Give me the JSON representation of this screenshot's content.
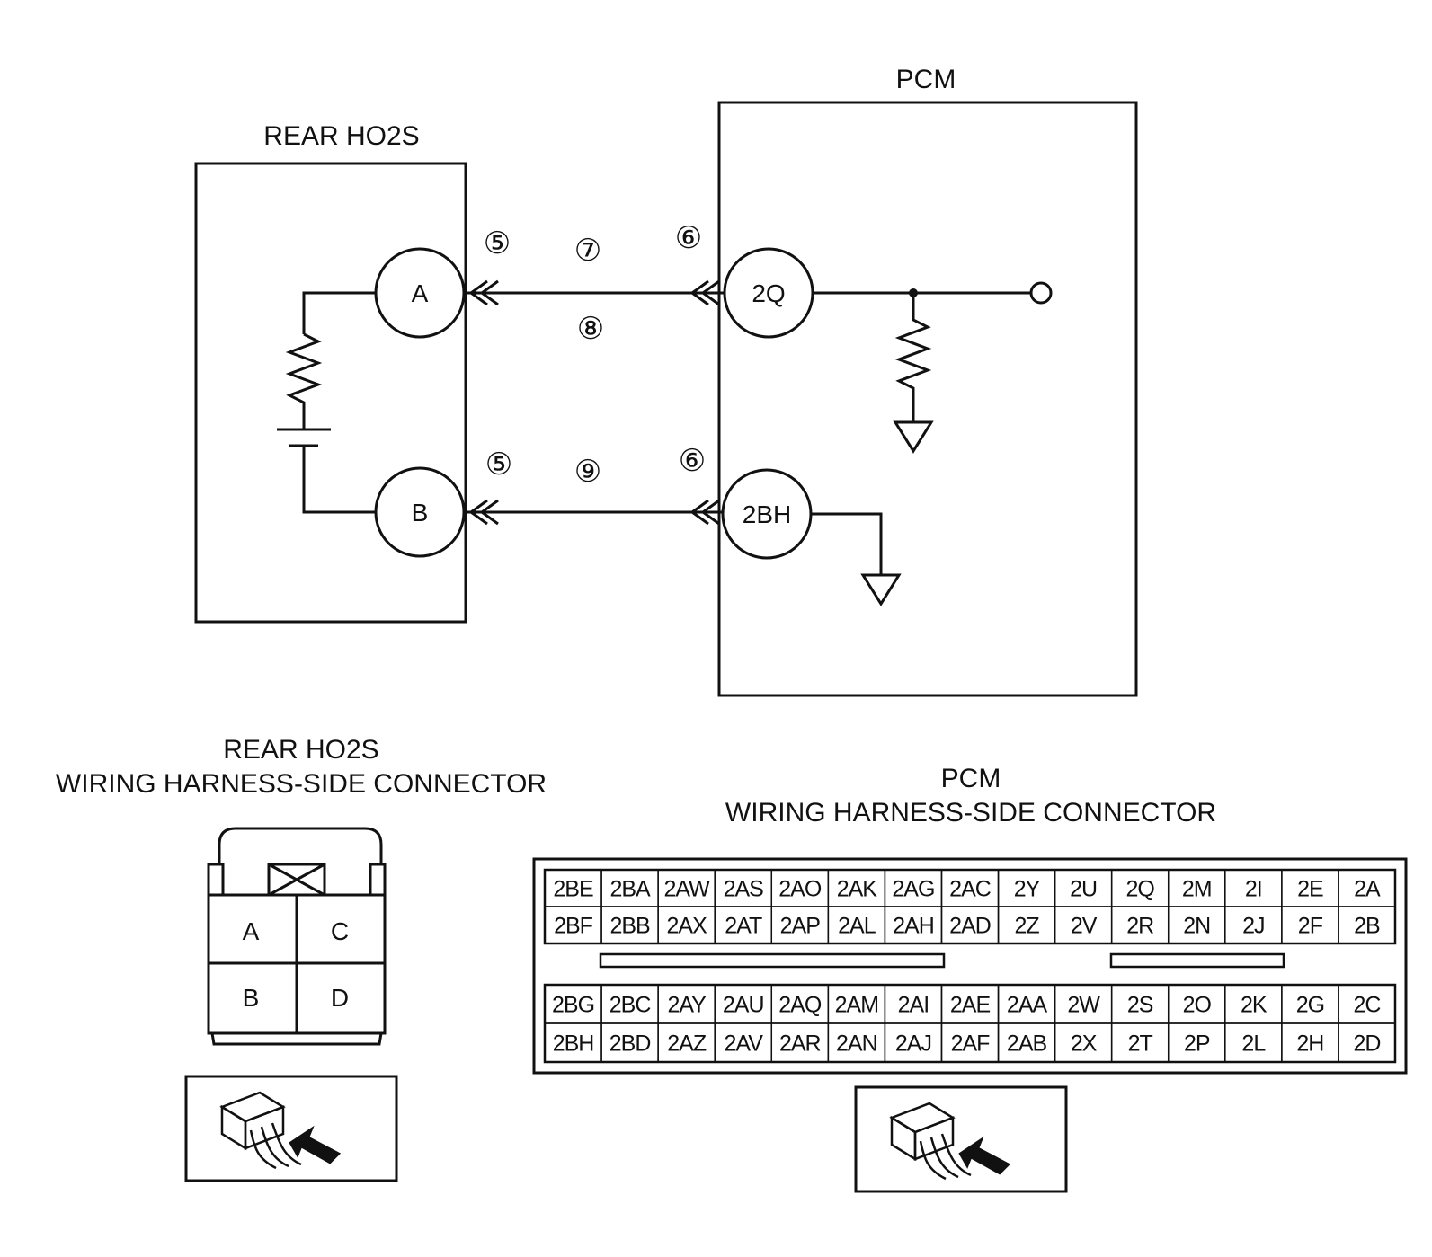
{
  "schematic": {
    "sensor_title": "REAR HO2S",
    "pcm_title": "PCM",
    "sensor_pins": [
      "A",
      "B"
    ],
    "pcm_pins": [
      "2Q",
      "2BH"
    ],
    "callouts": {
      "a_sensor_side": "⑤",
      "a_harness_top": "⑦",
      "a_harness_bottom": "⑧",
      "a_pcm_side": "⑥",
      "b_sensor_side": "⑤",
      "b_harness": "⑨",
      "b_pcm_side": "⑥"
    }
  },
  "sensor_connector": {
    "title_line1": "REAR HO2S",
    "title_line2": "WIRING HARNESS-SIDE CONNECTOR",
    "terminals": [
      "A",
      "C",
      "B",
      "D"
    ]
  },
  "pcm_connector": {
    "title_line1": "PCM",
    "title_line2": "WIRING HARNESS-SIDE CONNECTOR",
    "upper_rows": [
      [
        "2BE",
        "2BA",
        "2AW",
        "2AS",
        "2AO",
        "2AK",
        "2AG",
        "2AC",
        "2Y",
        "2U",
        "2Q",
        "2M",
        "2I",
        "2E",
        "2A"
      ],
      [
        "2BF",
        "2BB",
        "2AX",
        "2AT",
        "2AP",
        "2AL",
        "2AH",
        "2AD",
        "2Z",
        "2V",
        "2R",
        "2N",
        "2J",
        "2F",
        "2B"
      ]
    ],
    "lower_rows": [
      [
        "2BG",
        "2BC",
        "2AY",
        "2AU",
        "2AQ",
        "2AM",
        "2AI",
        "2AE",
        "2AA",
        "2W",
        "2S",
        "2O",
        "2K",
        "2G",
        "2C"
      ],
      [
        "2BH",
        "2BD",
        "2AZ",
        "2AV",
        "2AR",
        "2AN",
        "2AJ",
        "2AF",
        "2AB",
        "2X",
        "2T",
        "2P",
        "2L",
        "2H",
        "2D"
      ]
    ]
  }
}
